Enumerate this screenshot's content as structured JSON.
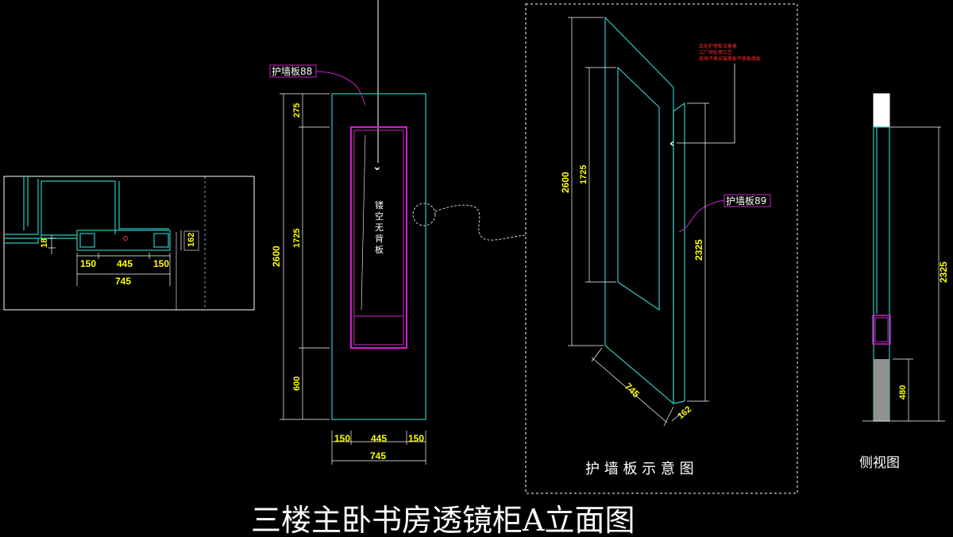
{
  "title": "三楼主卧书房透镜柜A立面图",
  "plan_view": {
    "dims": {
      "d18": "18",
      "d162": "162",
      "d150a": "150",
      "d445": "445",
      "d150b": "150",
      "d745": "745"
    }
  },
  "elevation": {
    "tag": "护墙板88",
    "hollow_note": [
      "镂",
      "空",
      "无",
      "背",
      "板"
    ],
    "vertical_dims": {
      "total": "2600",
      "top": "275",
      "middle": "1725",
      "bottom": "600"
    },
    "horizontal_dims": {
      "left": "150",
      "middle": "445",
      "right": "150",
      "total": "745"
    }
  },
  "wall_panel_detail": {
    "caption": "护 墙 板 示 意 图",
    "tag": "护墙板89",
    "red_notes": [
      "此处护墙板设备备",
      "工厂预处理工艺",
      "现场不再安装面板平面板面板"
    ],
    "dims": {
      "total": "2600",
      "middle": "1725",
      "right": "2325",
      "depth": "745",
      "thick": "162"
    }
  },
  "side_view": {
    "caption": "侧视图",
    "dims": {
      "height": "2325",
      "lower": "480"
    }
  },
  "colors": {
    "cyan": "#2ec8c0",
    "magenta": "#d020d0",
    "yellow": "#ffff00",
    "white": "#ffffff",
    "red": "#ff2a2a"
  }
}
